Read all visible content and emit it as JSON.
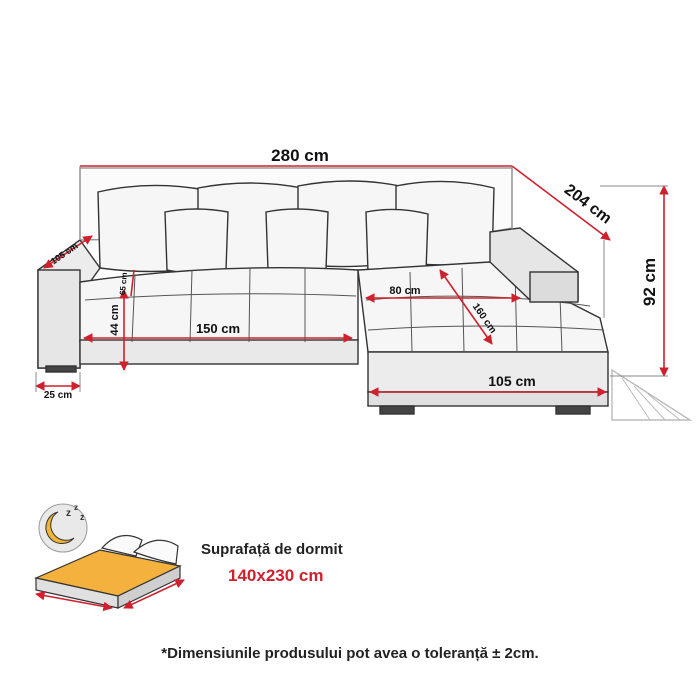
{
  "dimensions": {
    "total_width": "280 cm",
    "chaise_depth": "204 cm",
    "height": "92 cm",
    "armrest_depth": "105 cm",
    "armrest_width": "25 cm",
    "seat_height": "44 cm",
    "seat_depth": "65 cm",
    "seat_width": "150 cm",
    "chaise_seat_width": "80 cm",
    "chaise_seat_length": "160 cm",
    "chaise_width": "105 cm"
  },
  "sleeping_area": {
    "label": "Suprafață de dormit",
    "value": "140x230 cm"
  },
  "footnote": "*Dimensiunile produsului pot avea o toleranță ± 2cm.",
  "icons": [
    "moon-sleep-icon",
    "bed-icon"
  ],
  "colors": {
    "dimension_line": "#d0202e",
    "outline": "#333333",
    "cushion_fill": "#f6f6f6",
    "bed_sheet": "#f5b13d"
  }
}
